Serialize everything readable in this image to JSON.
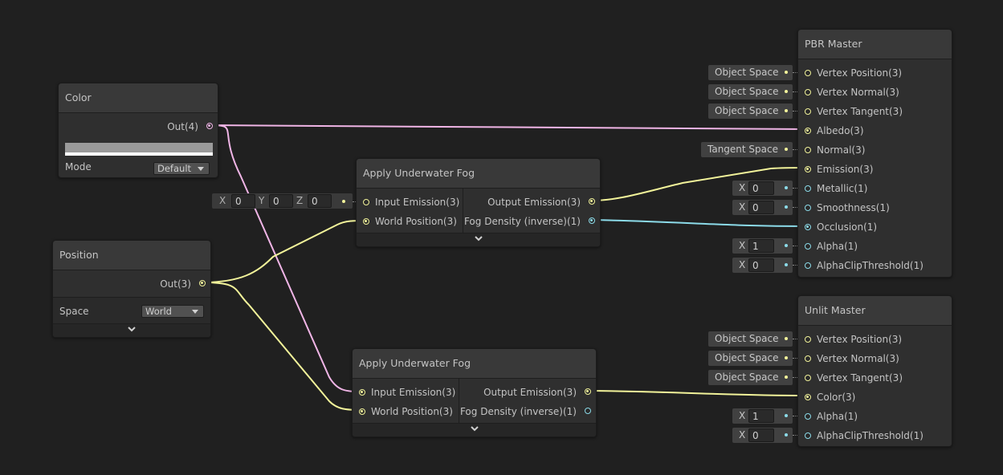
{
  "nodes": {
    "color": {
      "title": "Color",
      "out_label": "Out(4)",
      "swatch_color": "#9a9a9a",
      "mode_label": "Mode",
      "mode_value": "Default"
    },
    "position": {
      "title": "Position",
      "out_label": "Out(3)",
      "space_label": "Space",
      "space_value": "World"
    },
    "fog1": {
      "title": "Apply Underwater Fog",
      "in_emission": "Input Emission(3)",
      "in_world": "World Position(3)",
      "out_emission": "Output Emission(3)",
      "out_density": "Fog Density (inverse)(1)",
      "default_x": "0",
      "default_y": "0",
      "default_z": "0",
      "axis_x": "X",
      "axis_y": "Y",
      "axis_z": "Z"
    },
    "fog2": {
      "title": "Apply Underwater Fog",
      "in_emission": "Input Emission(3)",
      "in_world": "World Position(3)",
      "out_emission": "Output Emission(3)",
      "out_density": "Fog Density (inverse)(1)"
    },
    "pbr": {
      "title": "PBR Master",
      "slots": {
        "vertex_position": "Vertex Position(3)",
        "vertex_normal": "Vertex Normal(3)",
        "vertex_tangent": "Vertex Tangent(3)",
        "albedo": "Albedo(3)",
        "normal": "Normal(3)",
        "emission": "Emission(3)",
        "metallic": "Metallic(1)",
        "smoothness": "Smoothness(1)",
        "occlusion": "Occlusion(1)",
        "alpha": "Alpha(1)",
        "alpha_clip": "AlphaClipThreshold(1)"
      },
      "tags": {
        "vertex_position": "Object Space",
        "vertex_normal": "Object Space",
        "vertex_tangent": "Object Space",
        "normal": "Tangent Space"
      },
      "values": {
        "metallic": "0",
        "smoothness": "0",
        "alpha": "1",
        "alpha_clip": "0"
      },
      "axis": "X"
    },
    "unlit": {
      "title": "Unlit Master",
      "slots": {
        "vertex_position": "Vertex Position(3)",
        "vertex_normal": "Vertex Normal(3)",
        "vertex_tangent": "Vertex Tangent(3)",
        "color": "Color(3)",
        "alpha": "Alpha(1)",
        "alpha_clip": "AlphaClipThreshold(1)"
      },
      "tags": {
        "vertex_position": "Object Space",
        "vertex_normal": "Object Space",
        "vertex_tangent": "Object Space"
      },
      "values": {
        "alpha": "1",
        "alpha_clip": "0"
      },
      "axis": "X"
    }
  },
  "colors": {
    "background": "#202020",
    "node": "#2f2f2f",
    "vector3_wire": "#f2f39a",
    "vector4_wire": "#f0b5e6",
    "vector1_wire": "#8cdbe9"
  }
}
